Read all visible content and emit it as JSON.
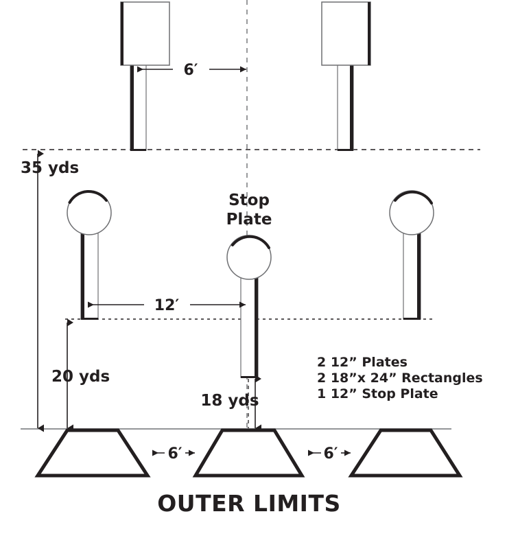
{
  "diagram": {
    "title": "OUTER LIMITS",
    "center_label": "Stop Plate",
    "dimensions": {
      "top_spacing": "6′",
      "mid_spacing": "12′",
      "barrel_gap_left": "6′",
      "barrel_gap_right": "6′",
      "depth_far": "35 yds",
      "depth_mid": "20 yds",
      "depth_stop": "18 yds"
    },
    "legend": [
      "2 12” Plates",
      "2 18”x 24” Rectangles",
      "1 12” Stop Plate"
    ],
    "colors": {
      "ink": "#231f20",
      "outline": "#6d6e71",
      "paper": "#ffffff",
      "baseline": "#939598"
    }
  }
}
